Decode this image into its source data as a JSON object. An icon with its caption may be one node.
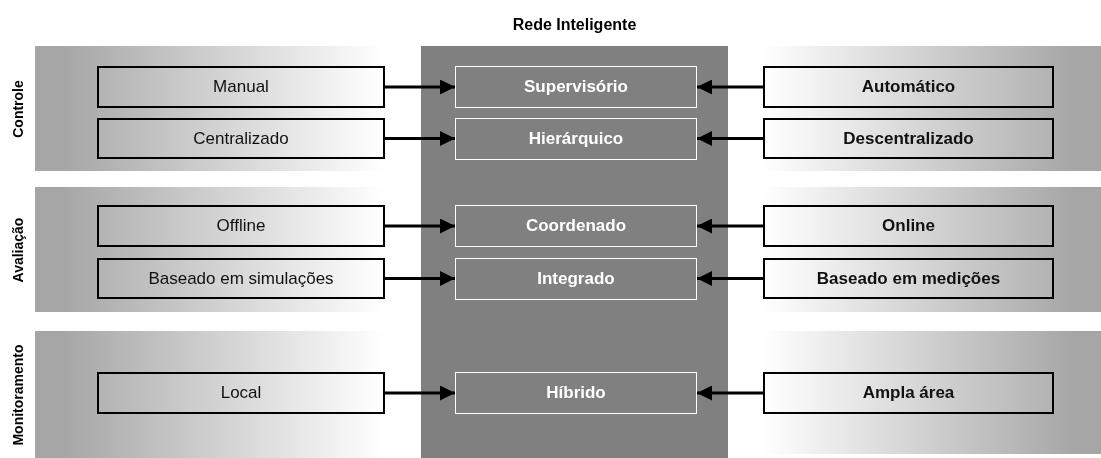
{
  "diagram": {
    "nodes": [
      {
        "text": [
          "Controle"
        ]
      },
      {
        "text": [
          "Manual"
        ],
        "in": 0
      },
      {
        "text": [
          "Centralizado"
        ],
        "in": 0
      },
      {
        "text": [
          "Avaliação"
        ]
      },
      {
        "text": [
          "Offline"
        ],
        "in": 3
      },
      {
        "text": [
          "Baseado em simulações"
        ],
        "in": 3
      },
      {
        "text": [
          "Monitoramento"
        ]
      },
      {
        "text": [
          "Local"
        ],
        "in": 6
      },
      {
        "text": [
          "Rede Inteligente"
        ]
      },
      {
        "text": [
          "Supervisório"
        ],
        "in": 8
      },
      {
        "text": [
          "Hierárquico"
        ],
        "in": 8
      },
      {
        "text": [
          "Coordenado"
        ],
        "in": 8
      },
      {
        "text": [
          "Integrado"
        ],
        "in": 8
      },
      {
        "text": [
          "Híbrido"
        ],
        "in": 8
      },
      {
        "text": [],
        "shape": "box"
      },
      {
        "text": [
          "Automático"
        ],
        "in": 14
      },
      {
        "text": [
          "Descentralizado"
        ],
        "in": 14
      },
      {
        "text": [],
        "shape": "box"
      },
      {
        "text": [
          "Online"
        ],
        "in": 17
      },
      {
        "text": [
          "Baseado em medições"
        ],
        "in": 17
      },
      {
        "text": [],
        "shape": "box"
      },
      {
        "text": [
          "Ampla área"
        ],
        "in": 20
      }
    ],
    "edges": [
      {
        "from": 1,
        "to": 9,
        "arrow": "to"
      },
      {
        "from": 2,
        "to": 10,
        "arrow": "to"
      },
      {
        "from": 4,
        "to": 11,
        "arrow": "to"
      },
      {
        "from": 5,
        "to": 12,
        "arrow": "to"
      },
      {
        "from": 7,
        "to": 13,
        "arrow": "to"
      },
      {
        "from": 15,
        "to": 9,
        "arrow": "to"
      },
      {
        "from": 16,
        "to": 10,
        "arrow": "to"
      },
      {
        "from": 18,
        "to": 11,
        "arrow": "to"
      },
      {
        "from": 19,
        "to": 12,
        "arrow": "to"
      },
      {
        "from": 21,
        "to": 13,
        "arrow": "to"
      }
    ]
  }
}
